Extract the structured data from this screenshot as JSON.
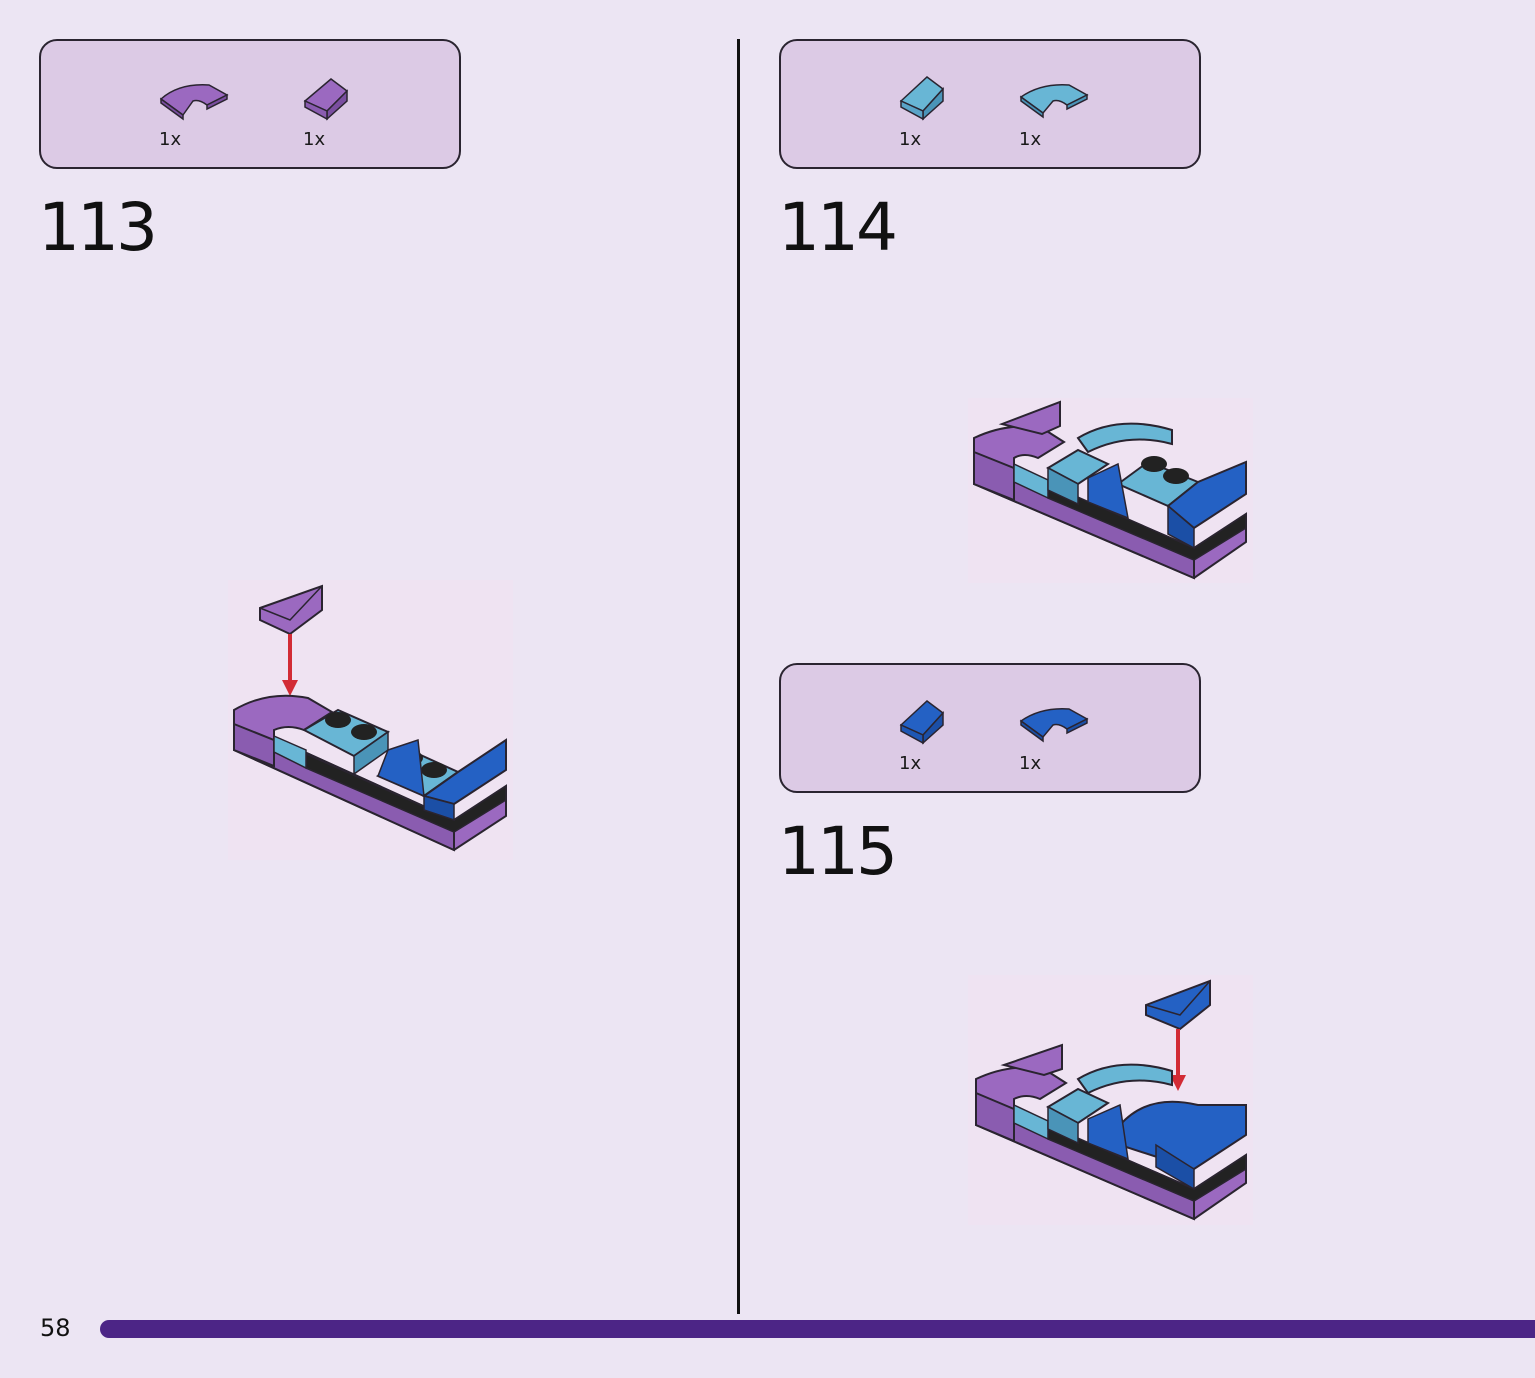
{
  "page": {
    "number": "58",
    "accent_color": "#4c2586",
    "background_color": "#ece5f3"
  },
  "colors": {
    "medium_lavender": "#9b69c0",
    "medium_azure": "#68b6d5",
    "bright_blue": "#2461c4",
    "black": "#222222"
  },
  "steps": [
    {
      "number": "113",
      "parts": [
        {
          "qty": "1x",
          "icon": "purple-curved-slope-icon"
        },
        {
          "qty": "1x",
          "icon": "purple-slope-icon"
        }
      ]
    },
    {
      "number": "114",
      "parts": [
        {
          "qty": "1x",
          "icon": "azure-slope-icon"
        },
        {
          "qty": "1x",
          "icon": "azure-curved-slope-icon"
        }
      ]
    },
    {
      "number": "115",
      "parts": [
        {
          "qty": "1x",
          "icon": "blue-slope-icon"
        },
        {
          "qty": "1x",
          "icon": "blue-curved-slope-icon"
        }
      ]
    }
  ]
}
